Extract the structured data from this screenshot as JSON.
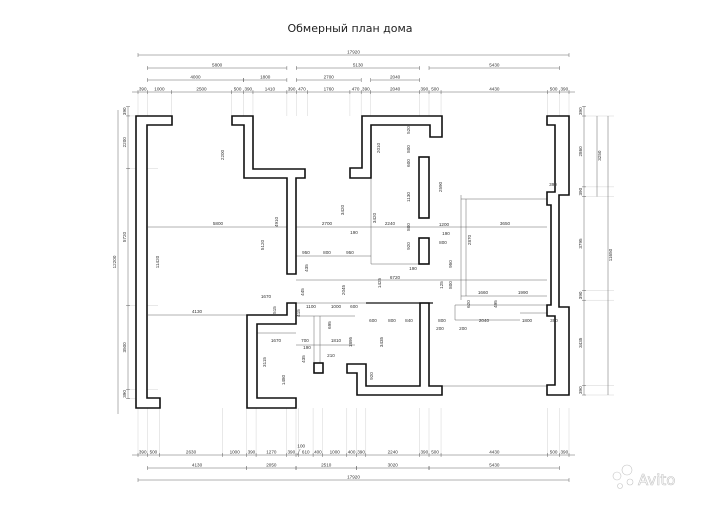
{
  "title": "Обмерный план дома",
  "watermark": "Avito",
  "colors": {
    "line": "#111111",
    "dimension": "#555555",
    "background": "#ffffff"
  },
  "top_dimensions": {
    "overall": "17920",
    "row1": [
      {
        "from": 390,
        "to": 6190,
        "label": "5800"
      },
      {
        "from": 6580,
        "to": 11710,
        "label": "5130"
      },
      {
        "from": 12100,
        "to": 17530,
        "label": "5430"
      }
    ],
    "row2": [
      {
        "from": 390,
        "to": 4390,
        "label": "4000"
      },
      {
        "from": 4390,
        "to": 6190,
        "label": "1800"
      },
      {
        "from": 6580,
        "to": 9280,
        "label": "2700"
      },
      {
        "from": 9670,
        "to": 11710,
        "label": "2040"
      }
    ],
    "row3": [
      "390",
      "1000",
      "2500",
      "500",
      "390",
      "1410",
      "390",
      "470",
      "1760",
      "470",
      "390",
      "2040",
      "390",
      "500",
      "4430",
      "500",
      "390"
    ]
  },
  "bottom_dimensions": {
    "overall": "17920",
    "row1": [
      "390",
      "500",
      "2630",
      "1000",
      "390",
      "1270",
      "390",
      "100",
      "610",
      "400",
      "1000",
      "400",
      "390",
      "2240",
      "390",
      "500",
      "4430",
      "500",
      "390"
    ],
    "row2": [
      {
        "from": 390,
        "to": 4520,
        "label": "4130"
      },
      {
        "from": 4520,
        "to": 6570,
        "label": "2050"
      },
      {
        "from": 6570,
        "to": 9080,
        "label": "2510"
      },
      {
        "from": 9080,
        "to": 12100,
        "label": "3020"
      },
      {
        "from": 12100,
        "to": 17530,
        "label": "5430"
      }
    ]
  },
  "left_dimensions": {
    "overall": "12200",
    "chain": [
      "390",
      "2200",
      "5720",
      "3500",
      "390"
    ]
  },
  "right_dimensions": {
    "overall": "11650",
    "chain": [
      "390",
      "2860",
      "390",
      "3795",
      "390",
      "3435",
      "390"
    ],
    "outer": "3250"
  },
  "interior_labels": [
    "5800",
    "4130",
    "11420",
    "2200",
    "4910",
    "5120",
    "1670",
    "515",
    "2700",
    "3420",
    "3420",
    "950",
    "800",
    "950",
    "435",
    "190",
    "2240",
    "2010",
    "520",
    "800",
    "600",
    "1130",
    "800",
    "920",
    "2590",
    "190",
    "1200",
    "190",
    "800",
    "950",
    "2870",
    "3650",
    "1425",
    "6720",
    "2045",
    "445",
    "125",
    "800",
    "1660",
    "1990",
    "620",
    "495",
    "2040",
    "1800",
    "200",
    "200",
    "600",
    "800",
    "840",
    "800",
    "1100",
    "1000",
    "600",
    "695",
    "700",
    "190",
    "1810",
    "1895",
    "3435",
    "435",
    "210",
    "920",
    "1670",
    "3115",
    "1480",
    "390",
    "390",
    "415"
  ]
}
